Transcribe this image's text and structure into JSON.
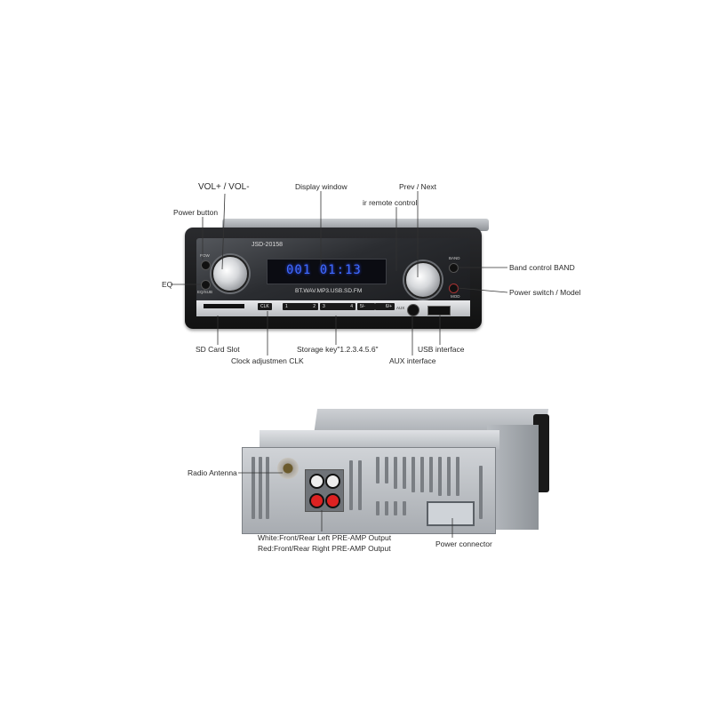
{
  "front": {
    "model": "JSD-20158",
    "display_readout": "001 01:13",
    "formats": "BT.WAV.MP3.USB.SD.FM",
    "button_labels": {
      "pow": "POW",
      "eq": "EQ/SUB",
      "band": "BAND",
      "mod": "MOD",
      "clk": "CLK",
      "aux": "AUX"
    },
    "keys": [
      "1",
      "2",
      "3",
      "4",
      "5/-",
      "6/+"
    ],
    "callouts": {
      "vol": "VOL+ / VOL-",
      "power_button": "Power button",
      "eq": "EQ",
      "display": "Display window",
      "prev_next": "Prev / Next",
      "ir": "ir remote control",
      "band": "Band control BAND",
      "power_switch": "Power switch / Model",
      "sd": "SD Card Slot",
      "clk": "Clock adjustmen CLK",
      "storage": "Storage key\"1.2.3.4.5.6\"",
      "usb": "USB interface",
      "aux": "AUX interface"
    }
  },
  "rear": {
    "callouts": {
      "antenna": "Radio Antenna",
      "preamp_white": "White:Front/Rear Left PRE-AMP Output",
      "preamp_red": "Red:Front/Rear Right PRE-AMP Output",
      "power_connector": "Power connector"
    }
  }
}
